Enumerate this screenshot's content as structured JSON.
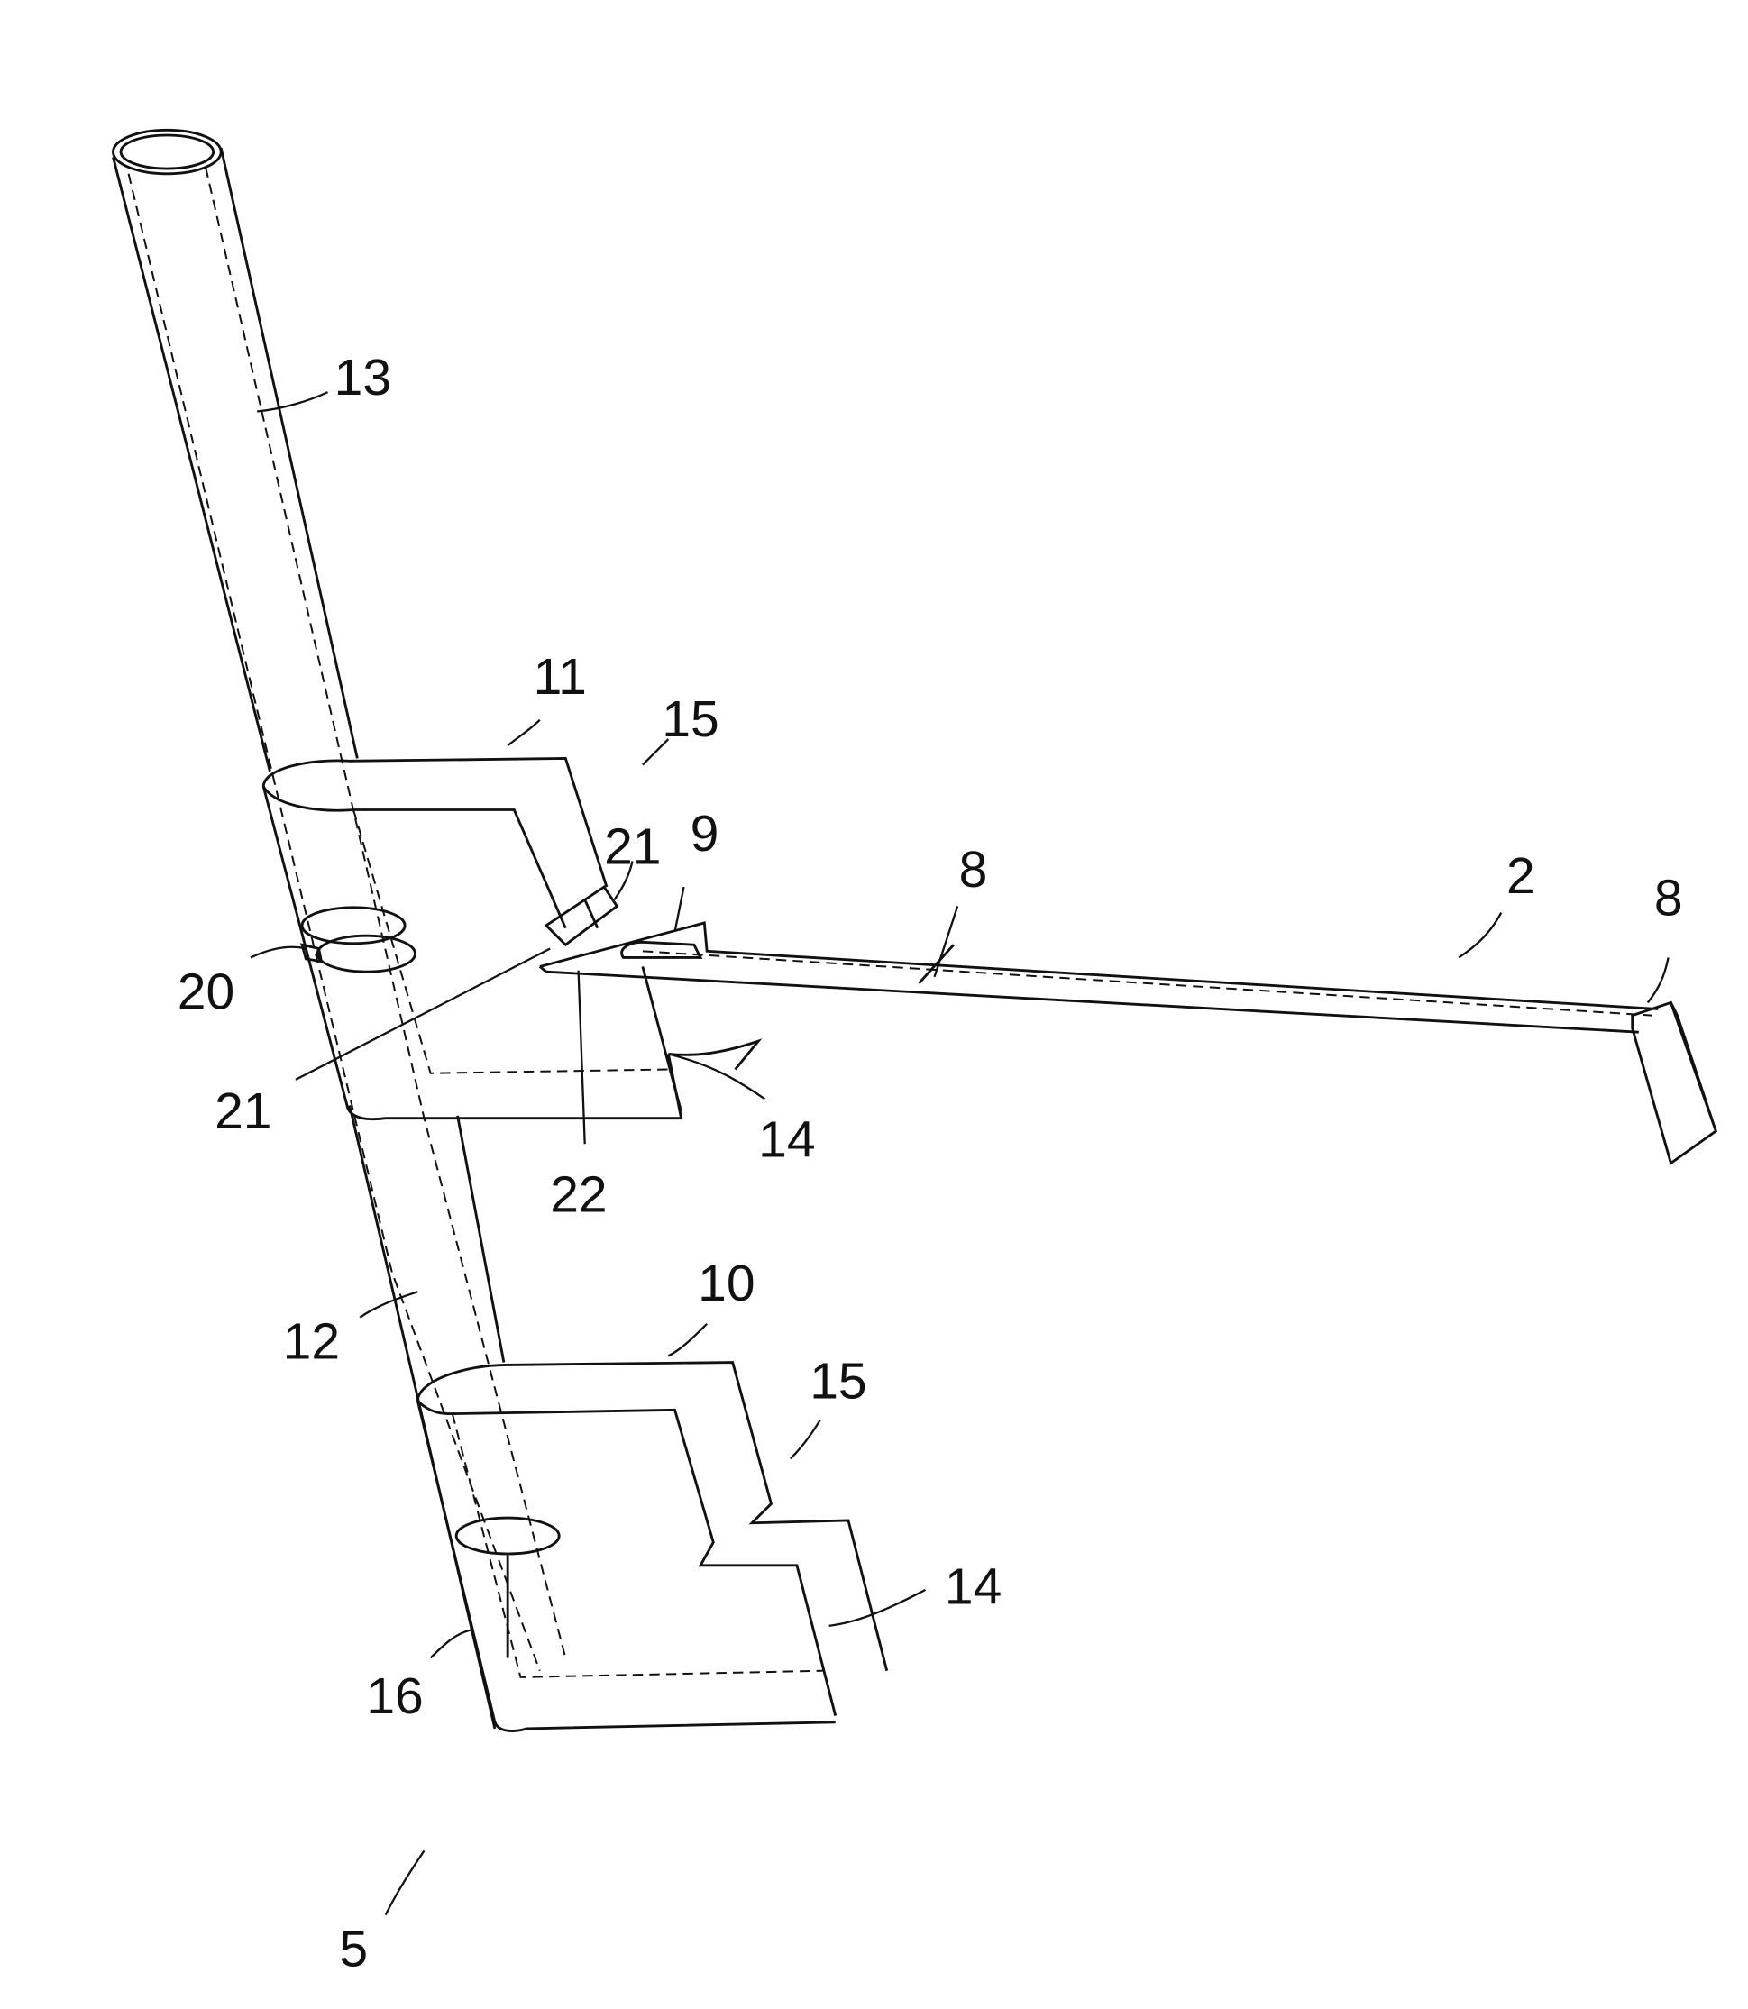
{
  "figure": {
    "labels": {
      "pipe_upper": "13",
      "upper_bracket": "11",
      "upper_notch": "15",
      "clip_upper": "21",
      "slot": "9",
      "marker_mid": "8",
      "arm": "2",
      "marker_end": "8",
      "pin": "20",
      "clip_lower": "21",
      "hinge": "22",
      "upper_legs": "14",
      "pipe_lower": "12",
      "lower_bracket": "10",
      "lower_notch": "15",
      "lower_legs": "14",
      "sleeve": "16",
      "assembly": "5"
    }
  }
}
